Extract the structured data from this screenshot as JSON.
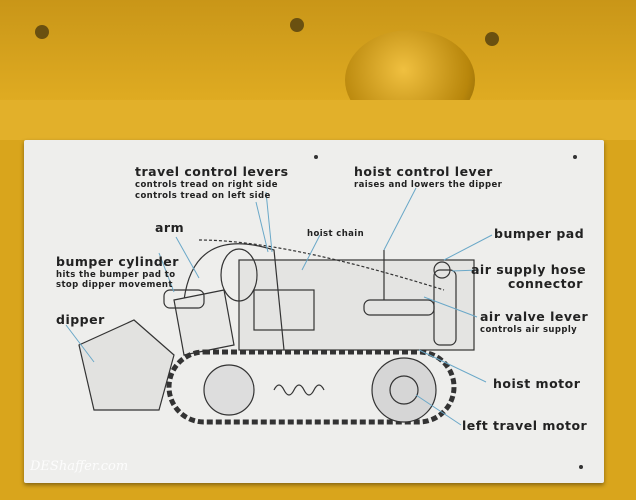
{
  "sign": {
    "travel_control_levers": {
      "title": "travel control levers",
      "line1": "controls tread on right side",
      "line2": "controls tread on left side"
    },
    "arm": "arm",
    "hoist_chain": "hoist chain",
    "bumper_cylinder": {
      "title": "bumper cylinder",
      "line1": "hits the bumper pad to",
      "line2": "stop dipper movement"
    },
    "dipper": "dipper",
    "hoist_control_lever": {
      "title": "hoist control lever",
      "line1": "raises and lowers the dipper"
    },
    "bumper_pad": "bumper pad",
    "air_supply_hose": {
      "line1": "air supply hose",
      "line2": "connector"
    },
    "air_valve_lever": {
      "title": "air valve lever",
      "line1": "controls air supply"
    },
    "hoist_motor": "hoist motor",
    "left_travel_motor": "left travel motor"
  },
  "watermark": "DEShaffer.com",
  "colors": {
    "leader": "#6aa8c8",
    "background": "#d9a51c",
    "sign": "#eeeeec"
  }
}
